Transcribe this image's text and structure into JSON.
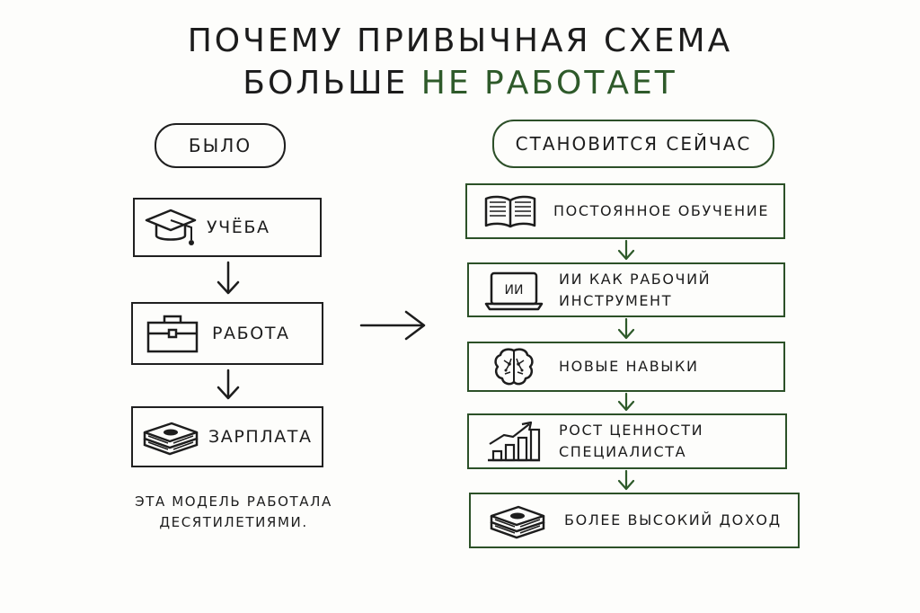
{
  "title": {
    "line1": "ПОЧЕМУ ПРИВЫЧНАЯ СХЕМА",
    "line2_prefix": "БОЛЬШЕ",
    "line2_accent": "НЕ РАБОТАЕТ"
  },
  "left": {
    "header": "БЫЛО",
    "steps": [
      {
        "label": "УЧЁБА",
        "icon": "graduation-cap-icon"
      },
      {
        "label": "РАБОТА",
        "icon": "briefcase-icon"
      },
      {
        "label": "ЗАРПЛАТА",
        "icon": "money-stack-icon"
      }
    ],
    "note_line1": "ЭТА МОДЕЛЬ РАБОТАЛА",
    "note_line2": "ДЕСЯТИЛЕТИЯМИ."
  },
  "right": {
    "header": "СТАНОВИТСЯ СЕЙЧАС",
    "steps": [
      {
        "line1": "ПОСТОЯННОЕ ОБУЧЕНИЕ",
        "line2": "",
        "icon": "book-icon"
      },
      {
        "line1": "ИИ КАК РАБОЧИЙ",
        "line2": "ИНСТРУМЕНТ",
        "icon": "laptop-ai-icon",
        "icon_text": "ИИ"
      },
      {
        "line1": "НОВЫЕ НАВЫКИ",
        "line2": "",
        "icon": "brain-icon"
      },
      {
        "line1": "РОСТ ЦЕННОСТИ",
        "line2": "СПЕЦИАЛИСТА",
        "icon": "growth-chart-icon"
      },
      {
        "line1": "БОЛЕЕ ВЫСОКИЙ ДОХОД",
        "line2": "",
        "icon": "money-stack-icon"
      }
    ]
  },
  "colors": {
    "ink": "#1d1d1d",
    "accent_green": "#2e5a2a",
    "background": "#fdfdfb"
  }
}
